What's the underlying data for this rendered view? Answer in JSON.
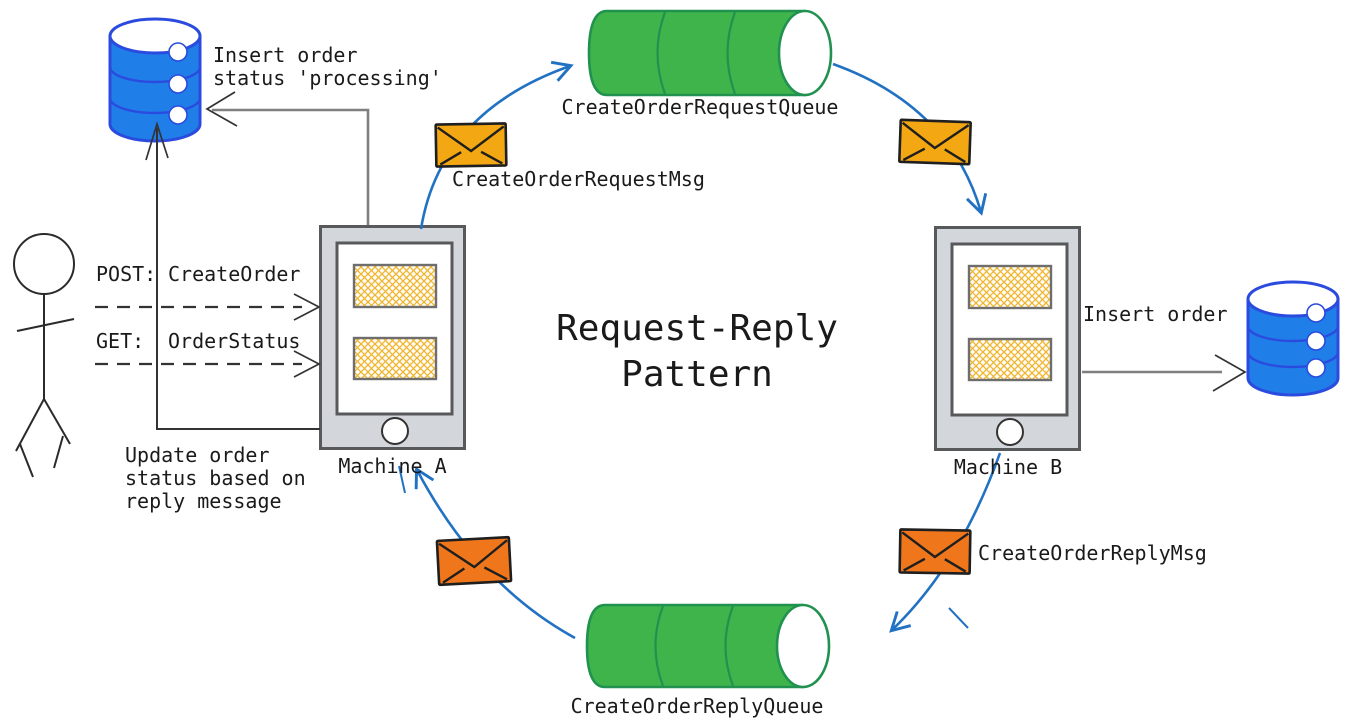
{
  "diagram": {
    "title": "Request-Reply\nPattern",
    "annotations": {
      "insert_status": "Insert order\nstatus 'processing'",
      "update_status": "Update order\nstatus based on\nreply message",
      "insert_order": "Insert order",
      "post_method": "POST:",
      "post_action": "CreateOrder",
      "get_method": "GET:",
      "get_action": "OrderStatus"
    },
    "nodes": {
      "machine_a": {
        "label": "Machine A"
      },
      "machine_b": {
        "label": "Machine B"
      },
      "request_queue": {
        "label": "CreateOrderRequestQueue"
      },
      "reply_queue": {
        "label": "CreateOrderReplyQueue"
      }
    },
    "messages": {
      "request_msg": {
        "label": "CreateOrderRequestMsg"
      },
      "reply_msg": {
        "label": "CreateOrderReplyMsg"
      }
    },
    "icons": {
      "actor": "actor-icon",
      "database": "database-icon",
      "queue": "queue-icon",
      "device": "device-icon",
      "envelope": "envelope-icon"
    }
  },
  "colors": {
    "arrow_blue": "#2272c3",
    "database_blue": "#1f7ee8",
    "database_outline": "#2b4bdf",
    "queue_green": "#3eb44a",
    "queue_outline": "#219150",
    "request_envelope": "#f3a712",
    "reply_envelope": "#f0761c",
    "device_gray": "#d3d7dc",
    "device_border": "#58595b",
    "hatch_orange": "#f0b42f",
    "line_gray": "#7f7f7f",
    "text_black": "#1a1a1a"
  }
}
